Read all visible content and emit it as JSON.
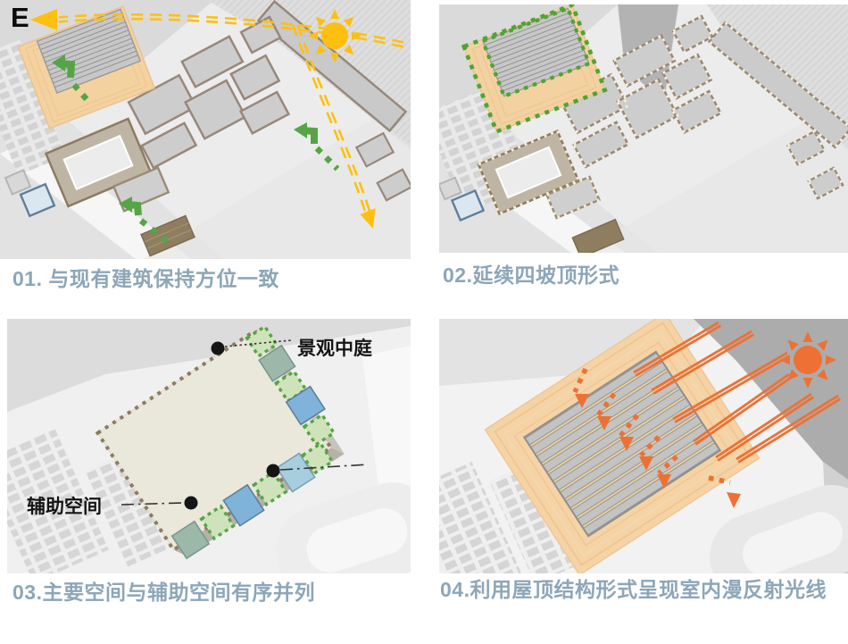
{
  "captions": {
    "c1": "01. 与现有建筑保持方位一致",
    "c2": "02.延续四坡顶形式",
    "c3": "03.主要空间与辅助空间有序并列",
    "c4": "04.利用屋顶结构形式呈现室内漫反射光线"
  },
  "panel1": {
    "direction_label": "E"
  },
  "panel3": {
    "atrium_label": "景观中庭",
    "aux_label": "辅助空间"
  },
  "colors": {
    "caption_text": "#8da6b8",
    "sun_yellow": "#fdc011",
    "arrow_green": "#55a546",
    "sun_orange": "#ed7135",
    "roof_tan": "#f4d2a0",
    "label_black": "#141414"
  }
}
